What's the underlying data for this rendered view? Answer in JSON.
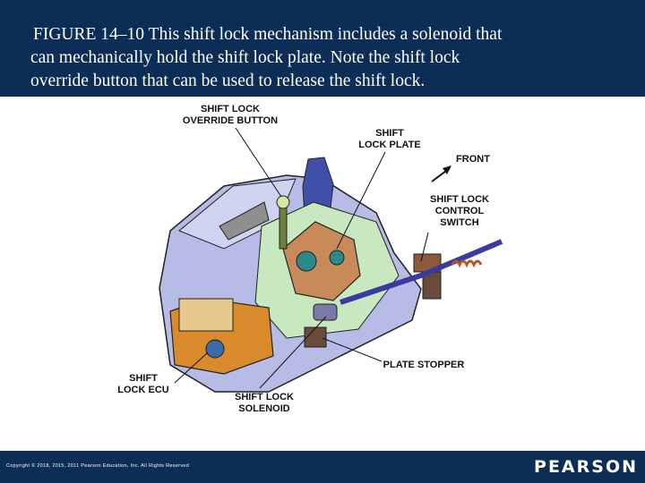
{
  "caption": {
    "line1": "FIGURE 14–10  This shift lock mechanism includes a solenoid that",
    "line2": "can mechanically hold the shift lock plate. Note the shift lock",
    "line3": "override button that can be used to release the shift lock."
  },
  "callouts": {
    "override_button": "SHIFT LOCK\nOVERRIDE BUTTON",
    "lock_plate": "SHIFT\nLOCK PLATE",
    "front": "FRONT",
    "control_switch": "SHIFT LOCK\nCONTROL\nSWITCH",
    "plate_stopper": "PLATE STOPPER",
    "lock_ecu": "SHIFT\nLOCK ECU",
    "solenoid": "SHIFT LOCK\nSOLENOID"
  },
  "footer": {
    "copyright": "Copyright © 2018, 2015, 2011 Pearson Education, Inc. All Rights Reserved",
    "logo": "PEARSON"
  },
  "colors": {
    "banner": "#0c2d55",
    "housing": "#b6bce6",
    "plate": "#c8e8c0",
    "cable": "#3a3aa0",
    "ecu": "#d98a2a"
  }
}
